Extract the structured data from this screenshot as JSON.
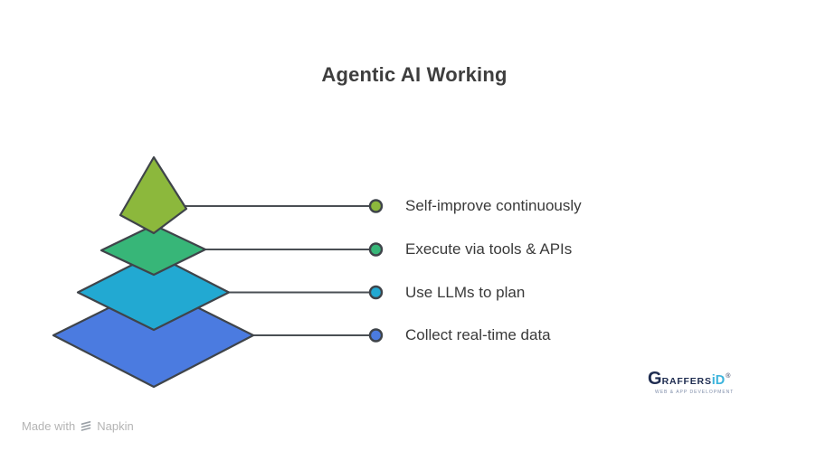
{
  "title": "Agentic AI Working",
  "pyramid": {
    "levels": [
      {
        "label": "Self-improve continuously",
        "color": "#8CB83C"
      },
      {
        "label": "Execute via tools & APIs",
        "color": "#37B678"
      },
      {
        "label": "Use LLMs to plan",
        "color": "#22A9D2"
      },
      {
        "label": "Collect real-time data",
        "color": "#4B7BE0"
      }
    ],
    "outline_color": "#3F444A",
    "connector_color": "#4A4F54"
  },
  "watermark": {
    "made_with": "Made with",
    "brand": "Napkin"
  },
  "brand_logo": {
    "initial": "G",
    "name_caps": "RAFFERS",
    "name_accent": "iD",
    "registered": "®",
    "tagline": "WEB & APP DEVELOPMENT",
    "navy": "#1E2C50",
    "accent": "#3CB4DC"
  }
}
